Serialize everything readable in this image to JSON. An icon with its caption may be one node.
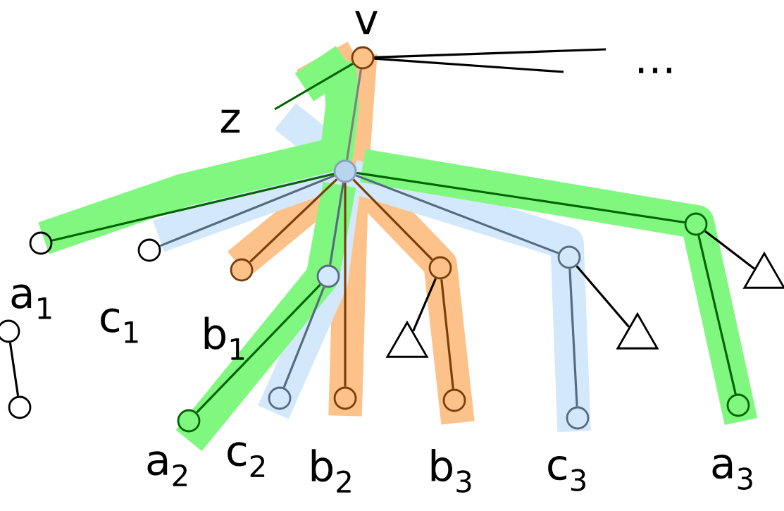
{
  "diagram": {
    "nodes": [
      {
        "text": [],
        "shape": "circle"
      },
      {
        "text": [],
        "shape": "circle"
      },
      {
        "text": [],
        "shape": "circle"
      },
      {
        "text": [],
        "shape": "circle"
      },
      {
        "text": [],
        "shape": "circle"
      },
      {
        "text": [],
        "shape": "circle"
      },
      {
        "text": [],
        "shape": "circle"
      },
      {
        "text": [],
        "shape": "circle"
      },
      {
        "text": [],
        "shape": "circle"
      },
      {
        "text": [],
        "shape": "triangle"
      },
      {
        "text": [],
        "shape": "circle"
      },
      {
        "text": [],
        "shape": "triangle"
      },
      {
        "text": [],
        "shape": "triangle"
      },
      {
        "text": [],
        "shape": "circle"
      },
      {
        "text": [],
        "shape": "circle"
      },
      {
        "text": [],
        "shape": "circle"
      },
      {
        "text": [],
        "shape": "circle"
      },
      {
        "text": [],
        "shape": "circle"
      },
      {
        "text": [],
        "shape": "circle"
      },
      {
        "text": [],
        "shape": "circle"
      }
    ],
    "edges": [
      {
        "from": 0,
        "to": 1,
        "arrow": "none",
        "color": "#808080"
      },
      {
        "from": 0,
        "to": null,
        "arrow": "none",
        "color": "#006400"
      },
      {
        "from": 0,
        "to": null,
        "arrow": "none"
      },
      {
        "from": 0,
        "to": null,
        "arrow": "none"
      },
      {
        "from": 1,
        "to": 2,
        "arrow": "none",
        "color": "#006400"
      },
      {
        "from": 1,
        "to": 3,
        "arrow": "none",
        "color": "#566b80"
      },
      {
        "from": 1,
        "to": 4,
        "arrow": "none",
        "color": "#7a3e0a"
      },
      {
        "from": 1,
        "to": 5,
        "arrow": "none",
        "color": "#566b80"
      },
      {
        "from": 1,
        "to": 16,
        "arrow": "none",
        "color": "#7a3e0a"
      },
      {
        "from": 1,
        "to": 6,
        "arrow": "none",
        "color": "#7a3e0a"
      },
      {
        "from": 1,
        "to": 7,
        "arrow": "none",
        "color": "#566b80"
      },
      {
        "from": 1,
        "to": 8,
        "arrow": "none",
        "color": "#006400"
      },
      {
        "from": 5,
        "to": 14,
        "arrow": "none",
        "color": "#006400"
      },
      {
        "from": 5,
        "to": 15,
        "arrow": "none",
        "color": "#566b80"
      },
      {
        "from": 6,
        "to": 11,
        "arrow": "none"
      },
      {
        "from": 6,
        "to": 17,
        "arrow": "none",
        "color": "#7a3e0a"
      },
      {
        "from": 7,
        "to": 18,
        "arrow": "none",
        "color": "#566b80"
      },
      {
        "from": 7,
        "to": 12,
        "arrow": "none"
      },
      {
        "from": 8,
        "to": 19,
        "arrow": "none",
        "color": "#006400"
      },
      {
        "from": 8,
        "to": 9,
        "arrow": "none"
      },
      {
        "from": 10,
        "to": 13,
        "arrow": "none"
      }
    ],
    "labels": [
      "v",
      "z",
      "…",
      "a$_{1}$",
      "c$_{1}$",
      "b$_{1}$",
      "a$_{2}$",
      "c$_{2}$",
      "b$_{2}$",
      "b$_{3}$",
      "c$_{3}$",
      "a$_{3}$"
    ]
  }
}
